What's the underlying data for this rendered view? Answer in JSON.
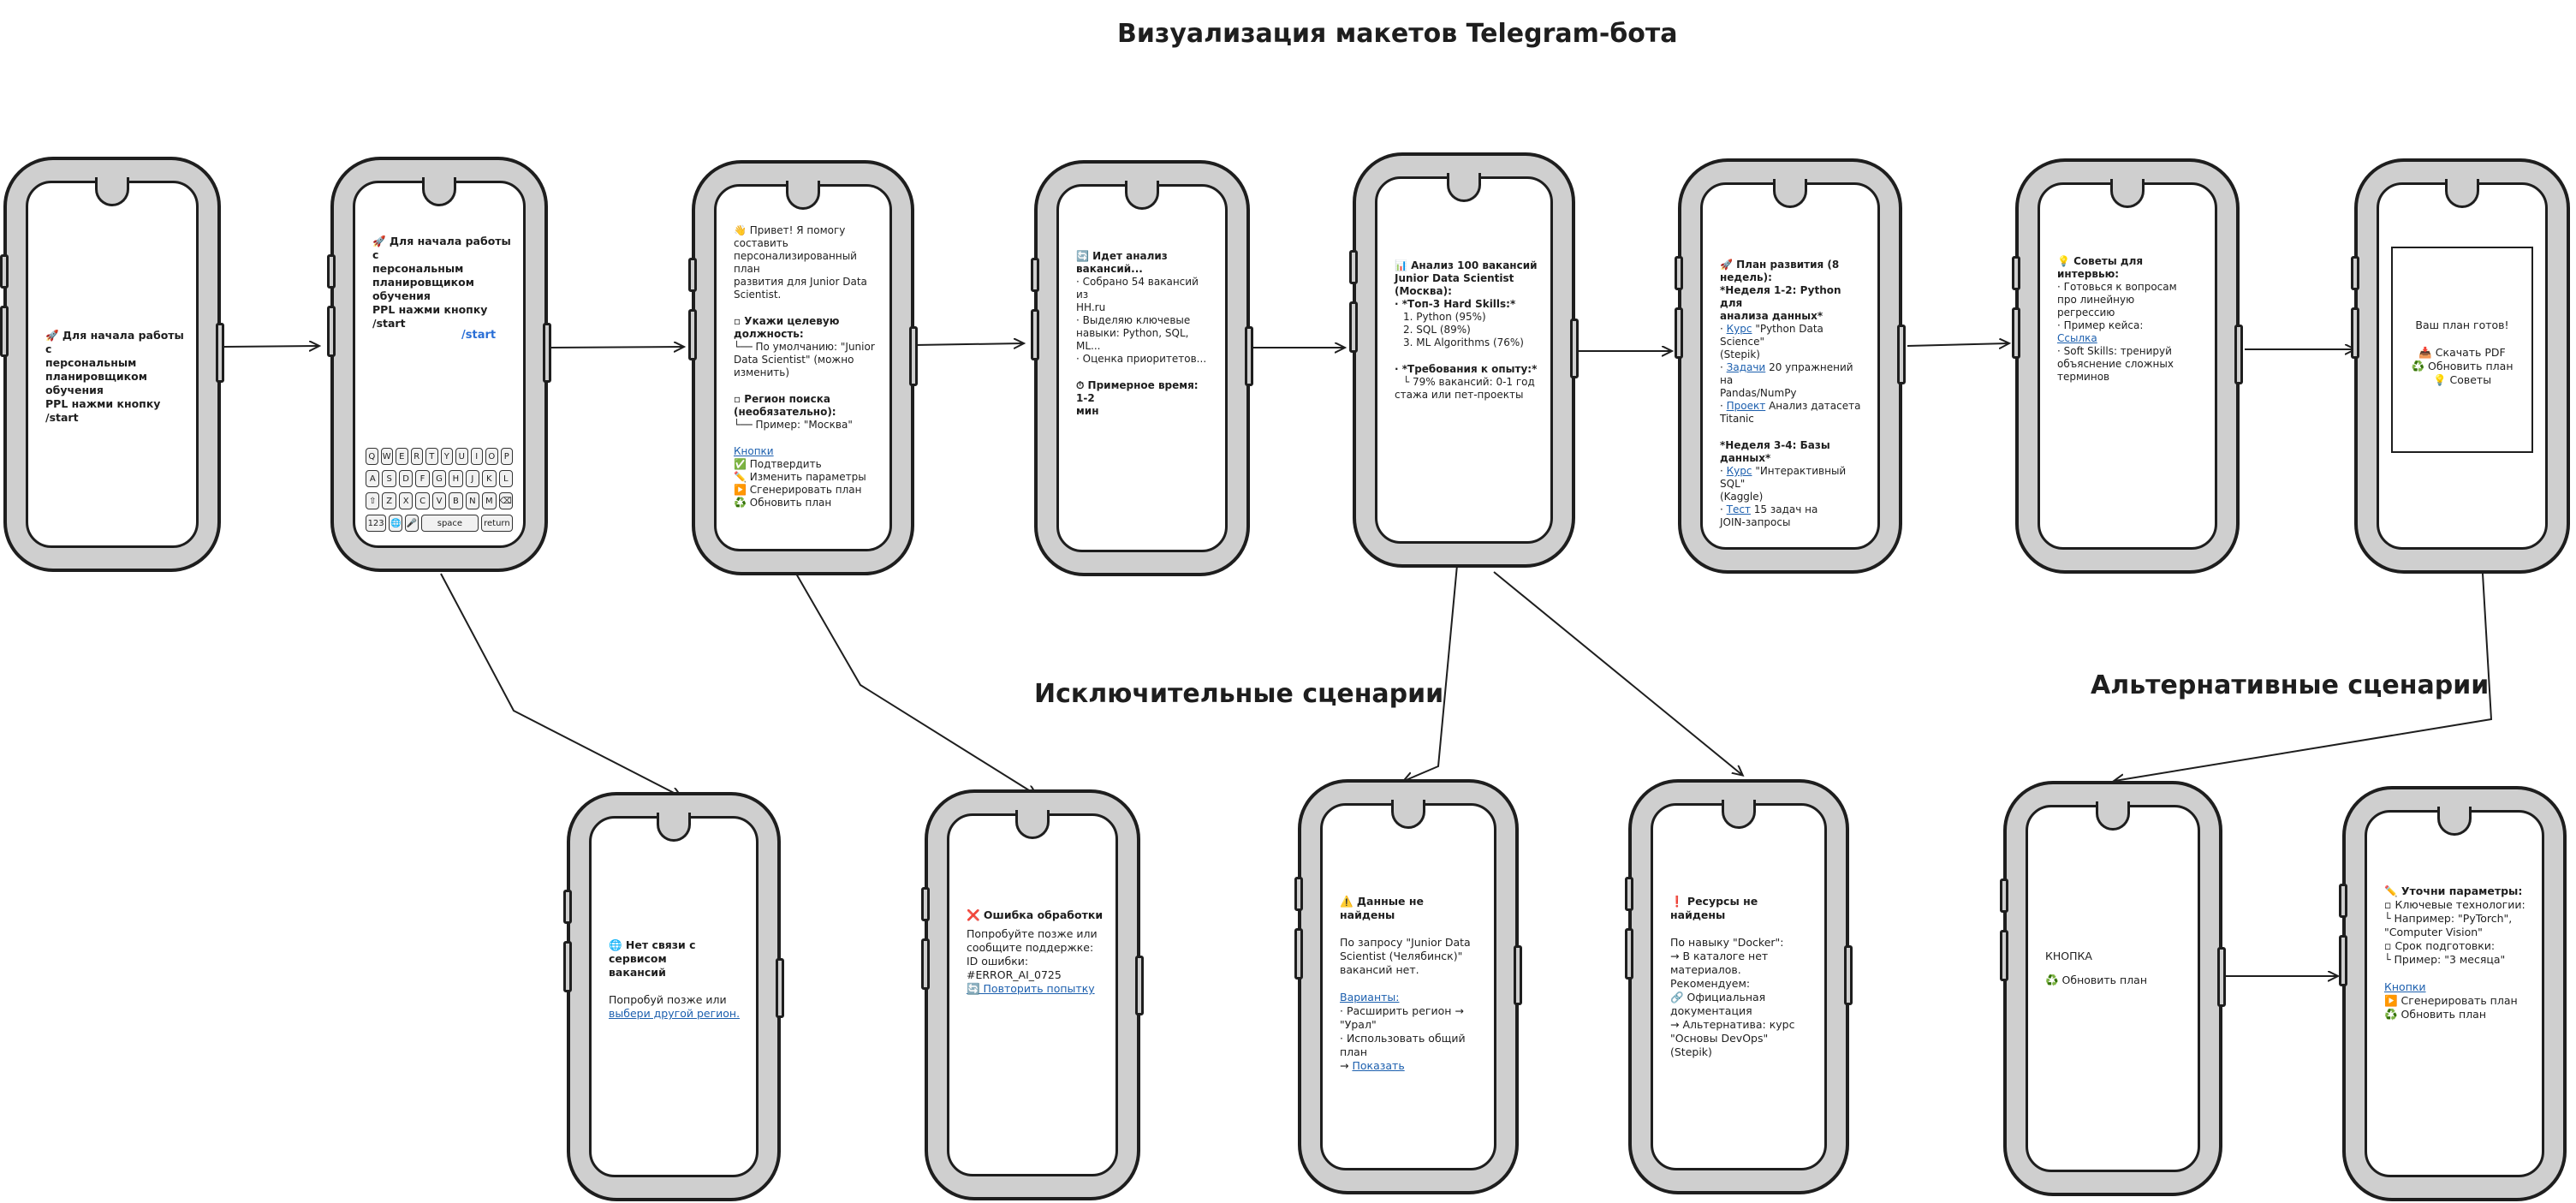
{
  "page": {
    "title": "Визуализация макетов Telegram-бота",
    "section_exceptions": "Исключительные сценарии",
    "section_alternatives": "Альтернативные сценарии"
  },
  "screens": {
    "s1": {
      "lines": [
        "🚀 Для начала работы с",
        "персональным",
        "планировщиком обучения",
        "PPL нажми кнопку /start"
      ]
    },
    "s2": {
      "lines": [
        "🚀 Для начала работы с",
        "персональным",
        "планировщиком обучения",
        "PPL нажми кнопку /start"
      ],
      "sent": "/start",
      "kb_row1": [
        "Q",
        "W",
        "E",
        "R",
        "T",
        "Y",
        "U",
        "I",
        "O",
        "P"
      ],
      "kb_row2": [
        "A",
        "S",
        "D",
        "F",
        "G",
        "H",
        "J",
        "K",
        "L"
      ],
      "kb_row3": [
        "⇧",
        "Z",
        "X",
        "C",
        "V",
        "B",
        "N",
        "M",
        "⌫"
      ],
      "kb_row4": [
        "123",
        "🌐",
        "🎤",
        "space",
        "return"
      ]
    },
    "s3": {
      "intro": [
        "👋 Привет! Я помогу",
        "составить",
        "персонализированный план",
        "развития для Junior Data",
        "Scientist."
      ],
      "pos": [
        "▫ Укажи целевую",
        "должность:",
        "└── По умолчанию: \"Junior",
        "Data Scientist\" (можно",
        "изменить)"
      ],
      "region": [
        "▫ Регион поиска",
        "(необязательно):",
        "└── Пример: \"Москва\""
      ],
      "buttons_label": "Кнопки",
      "buttons": [
        "✅ Подтвердить",
        "✏️ Изменить параметры",
        "▶️ Сгенерировать план",
        "♻️ Обновить план"
      ]
    },
    "s4": {
      "lines": [
        "🔄 Идет анализ",
        "вакансий...",
        "· Собрано 54 вакансий из",
        "HH.ru",
        "· Выделяю ключевые",
        "навыки: Python, SQL, ML...",
        "· Оценка приоритетов..."
      ],
      "time": [
        "⏱ Примерное время: 1-2",
        "мин"
      ]
    },
    "s5": {
      "lines": [
        "📊 Анализ 100 вакансий",
        "Junior Data Scientist",
        "(Москва):",
        "· *Топ-3 Hard Skills:*",
        "  1. Python (95%)",
        "  2. SQL (89%)",
        "  3. ML Algorithms (76%)"
      ],
      "req": [
        "· *Требования к опыту:*",
        "  └ 79% вакансий: 0-1 год",
        "стажа или пет-проекты"
      ]
    },
    "s6": {
      "head": [
        "🚀 План развития (8",
        "недель):",
        "*Неделя 1-2: Python для",
        "анализа данных*"
      ],
      "w1_course_link": "Курс",
      "w1_course_text": "\"Python Data Science\"",
      "w1_course_src": "(Stepik)",
      "w1_tasks_link": "Задачи",
      "w1_tasks_text": "20 упражнений на",
      "w1_tasks_more": "Pandas/NumPy",
      "w1_proj_link": "Проект",
      "w1_proj_text": "Анализ датасета",
      "w1_proj_more": "Titanic",
      "w3_head": "*Неделя 3-4: Базы данных*",
      "w3_course_link": "Курс",
      "w3_course_text": "\"Интерактивный SQL\"",
      "w3_course_src": "(Kaggle)",
      "w3_test_link": "Тест",
      "w3_test_text": "15 задач на",
      "w3_test_more": "JOIN-запросы"
    },
    "s7": {
      "lines": [
        "💡 Советы для",
        "интервью:",
        "· Готовься к вопросам",
        "про линейную",
        "регрессию",
        "· Пример кейса:"
      ],
      "link": "Ссылка",
      "more": [
        "· Soft Skills: тренируй",
        "объяснение сложных",
        "терминов"
      ]
    },
    "s8": {
      "ready": "Ваш план готов!",
      "items": [
        "📥 Скачать PDF",
        "♻️ Обновить план",
        "💡 Советы"
      ]
    },
    "e1": {
      "title": [
        "🌐 Нет связи с сервисом",
        "вакансий"
      ],
      "text": "Попробуй позже или",
      "link": "выбери другой регион."
    },
    "e2": {
      "title": "❌ Ошибка обработки",
      "lines": [
        "Попробуйте позже или",
        "сообщите поддержке:",
        "ID ошибки:",
        "#ERROR_AI_0725"
      ],
      "link": "🔄 Повторить попытку"
    },
    "e3": {
      "title": "⚠️ Данные не найдены",
      "lines": [
        "По запросу \"Junior Data",
        "Scientist (Челябинск)\"",
        "вакансий нет."
      ],
      "variants": "Варианты:",
      "opts": [
        "· Расширить регион →",
        "\"Урал\"",
        "· Использовать общий план"
      ],
      "arrow": "→",
      "show": "Показать"
    },
    "e4": {
      "title": "❗ Ресурсы не найдены",
      "lines": [
        "По навыку \"Docker\":",
        "→ В каталоге нет",
        "материалов. Рекомендуем:",
        "🔗 Официальная",
        "документация",
        "→ Альтернатива: курс",
        "\"Основы DevOps\" (Stepik)"
      ]
    },
    "a1": {
      "lines": [
        "КНОПКА",
        "♻️ Обновить план"
      ]
    },
    "a2": {
      "lines": [
        "✏️ Уточни параметры:",
        "▫ Ключевые технологии:",
        "  └ Например: \"PyTorch\",",
        "\"Computer Vision\"",
        "▫ Срок подготовки:",
        "  └ Пример: \"3 месяца\""
      ],
      "buttons_label": "Кнопки",
      "buttons": [
        "▶️ Сгенерировать план",
        "♻️ Обновить план"
      ]
    }
  }
}
